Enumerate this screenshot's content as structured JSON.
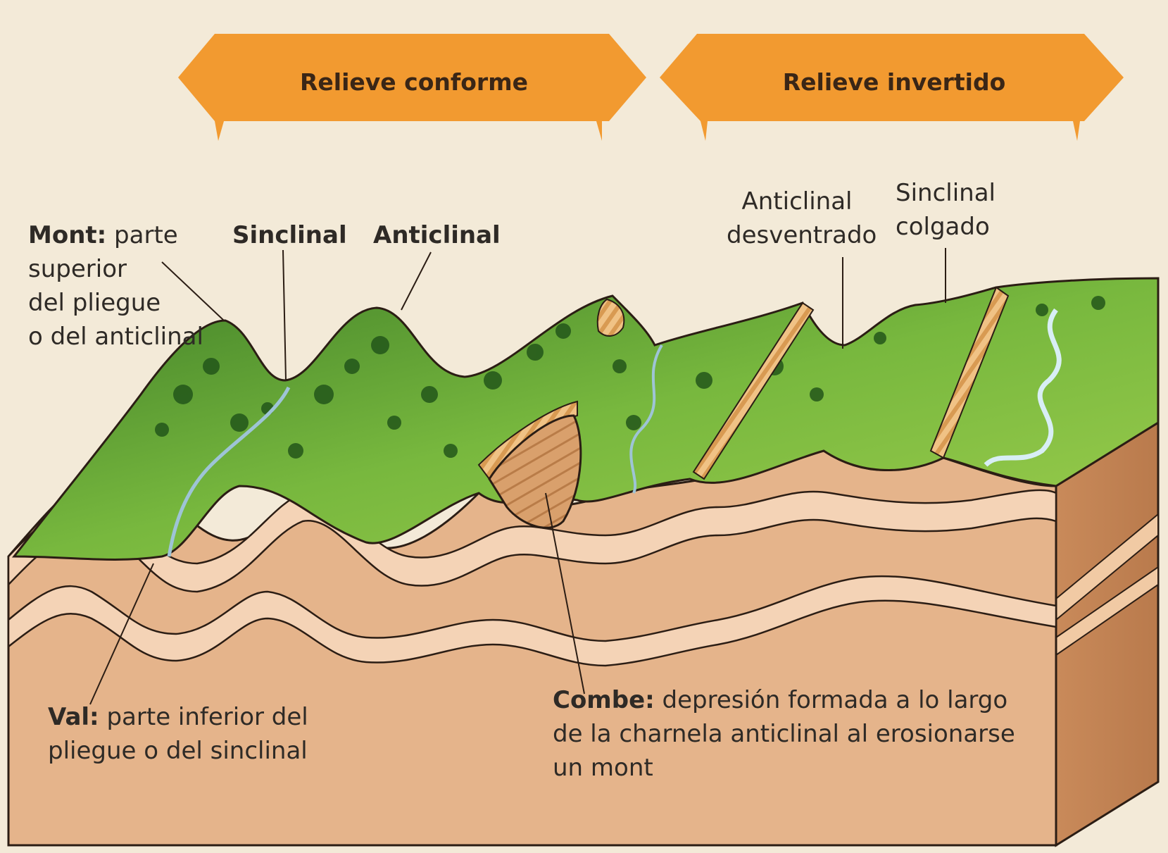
{
  "banners": {
    "conforme": "Relieve conforme",
    "invertido": "Relieve invertido"
  },
  "labels": {
    "mont": {
      "term": "Mont:",
      "line1": " parte",
      "line2": "superior",
      "line3": "del pliegue",
      "line4": "o del anticlinal"
    },
    "sinclinal": "Sinclinal",
    "anticlinal": "Anticlinal",
    "anticlinal_desventrado": {
      "line1": "Anticlinal",
      "line2": "desventrado"
    },
    "sinclinal_colgado": {
      "line1": "Sinclinal",
      "line2": "colgado"
    },
    "val": {
      "term": "Val:",
      "line1": " parte inferior del",
      "line2": "pliegue o del sinclinal"
    },
    "combe": {
      "term": "Combe:",
      "line1": " depresión formada a lo largo",
      "line2": "de la charnela anticlinal al erosionarse",
      "line3": "un mont"
    }
  },
  "colors": {
    "background": "#f3ead8",
    "banner": "#f29a30",
    "rock": "#e5b48b",
    "strata_light": "#f4d3b6",
    "vegetation": "#6fae3a",
    "vegetation_dark": "#2f6a1f",
    "outline": "#2b1d14"
  }
}
